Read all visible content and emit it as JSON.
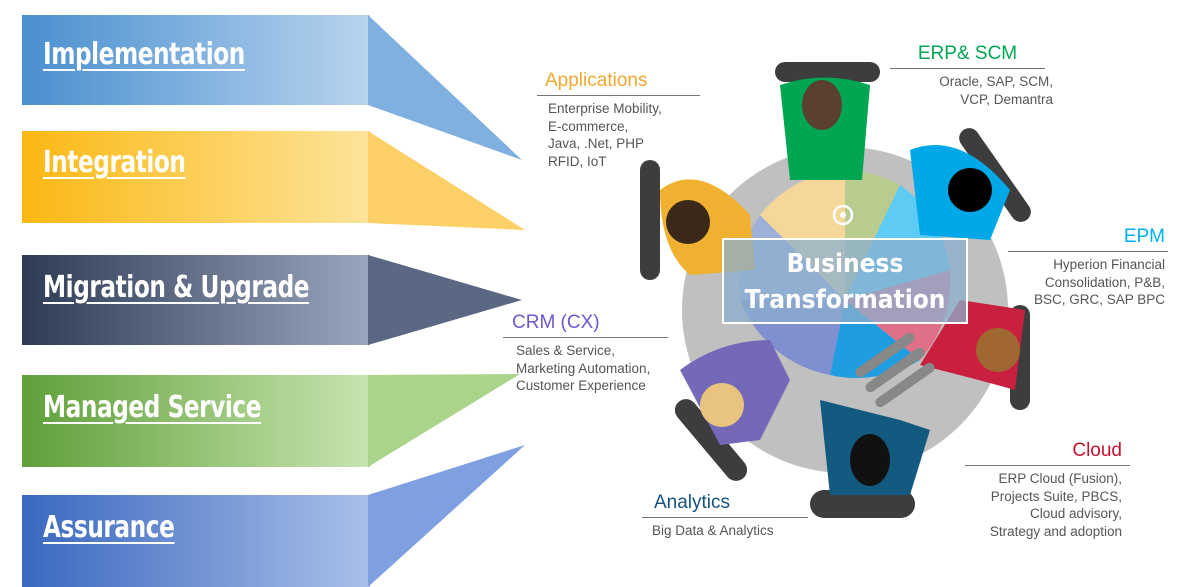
{
  "bands": [
    {
      "label": "Implementation",
      "color": "#5b9bd5"
    },
    {
      "label": "Integration",
      "color": "#fbbf22"
    },
    {
      "label": "Migration & Upgrade",
      "color": "#3b4a66"
    },
    {
      "label": "Managed Service",
      "color": "#70ad47"
    },
    {
      "label": "Assurance",
      "color": "#4472c4"
    }
  ],
  "center": {
    "line1": "Business",
    "line2": "Transformation"
  },
  "categories": {
    "applications": {
      "title": "Applications",
      "color": "#f0a830",
      "lines": [
        "Enterprise Mobility,",
        "E-commerce,",
        "Java, .Net, PHP",
        "RFID, IoT"
      ]
    },
    "erp": {
      "title": "ERP& SCM",
      "color": "#00a651",
      "lines": [
        "Oracle, SAP, SCM,",
        "VCP, Demantra"
      ]
    },
    "epm": {
      "title": "EPM",
      "color": "#00b0f0",
      "lines": [
        "Hyperion Financial",
        "Consolidation, P&B,",
        "BSC, GRC, SAP BPC"
      ]
    },
    "crm": {
      "title": "CRM (CX)",
      "color": "#6a5acd",
      "lines": [
        "Sales & Service,",
        "Marketing Automation,",
        "Customer Experience"
      ]
    },
    "analytics": {
      "title": "Analytics",
      "color": "#17527f",
      "lines": [
        "Big Data & Analytics"
      ]
    },
    "cloud": {
      "title": "Cloud",
      "color": "#c8102e",
      "lines": [
        "ERP Cloud (Fusion),",
        "Projects Suite, PBCS,",
        "Cloud advisory,",
        "Strategy and adoption"
      ]
    }
  }
}
